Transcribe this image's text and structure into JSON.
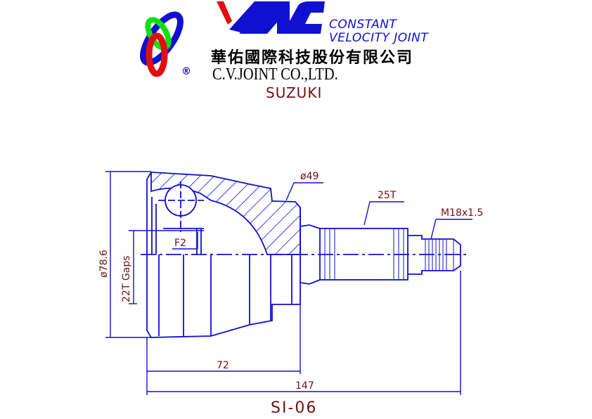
{
  "logo": {
    "brand": "YAC",
    "registered": "®",
    "tagline_line1": "CONSTANT",
    "tagline_line2": "VELOCITY JOINT",
    "company_chinese": "華佑國際科技股份有限公司",
    "company_english": "C.V.JOINT CO.,LTD."
  },
  "make": "SUZUKI",
  "part_number": "SI-06",
  "dimensions": {
    "outer_diameter": "ø78.6",
    "inner_splines": "22T Gaps",
    "seal_diameter": "ø49",
    "outer_splines": "25T",
    "thread": "M18x1.5",
    "feature": "F2",
    "length_body": "72",
    "length_total": "147"
  },
  "colors": {
    "line": "#1010d0",
    "text": "#701010",
    "logo_red": "#e01010",
    "logo_green": "#10e010",
    "logo_blue": "#1010d0"
  }
}
